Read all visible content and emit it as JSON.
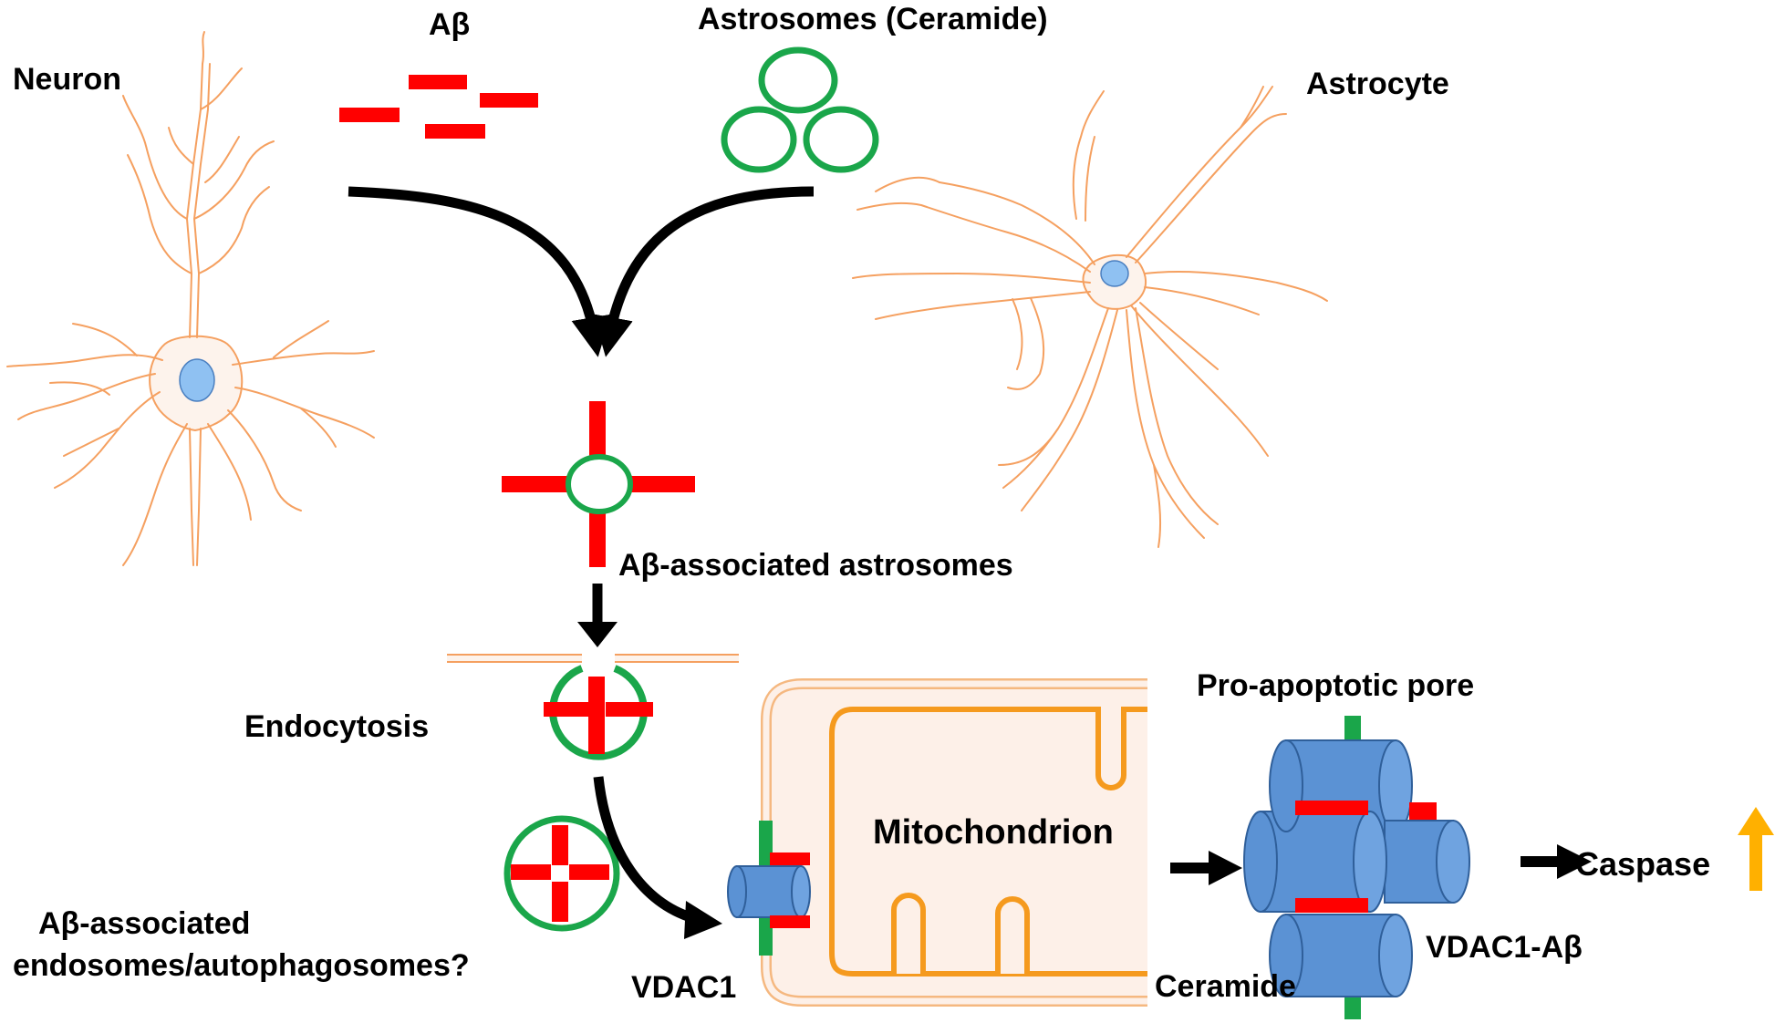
{
  "labels": {
    "neuron": "Neuron",
    "abeta": "Aβ",
    "astrosomes": "Astrosomes (Ceramide)",
    "astrocyte": "Astrocyte",
    "abeta_astrosomes": "Aβ-associated astrosomes",
    "endocytosis": "Endocytosis",
    "endosomes_line1": "Aβ-associated",
    "endosomes_line2": "endosomes/autophagosomes?",
    "vdac1": "VDAC1",
    "mitochondrion": "Mitochondrion",
    "ceramide": "Ceramide",
    "pore": "Pro-apoptotic pore",
    "vdac1_abeta": "VDAC1-Aβ",
    "caspase": "Caspase"
  },
  "colors": {
    "abeta": "#ff0000",
    "astrosome": "#1aa64a",
    "cell_outline": "#f5a060",
    "cell_fill": "#fdf3ec",
    "nucleus": "#8fc1f2",
    "mito_outer": "#f5b880",
    "mito_inner": "#f59a1e",
    "mito_fill": "#fdf0e8",
    "vdac": "#5b92d4",
    "vdac_stroke": "#2f5f9a",
    "arrow": "#000000",
    "caspase_up_arrow": "#ffb000"
  },
  "icons": {
    "caspase_trend": "up-arrow-icon"
  }
}
